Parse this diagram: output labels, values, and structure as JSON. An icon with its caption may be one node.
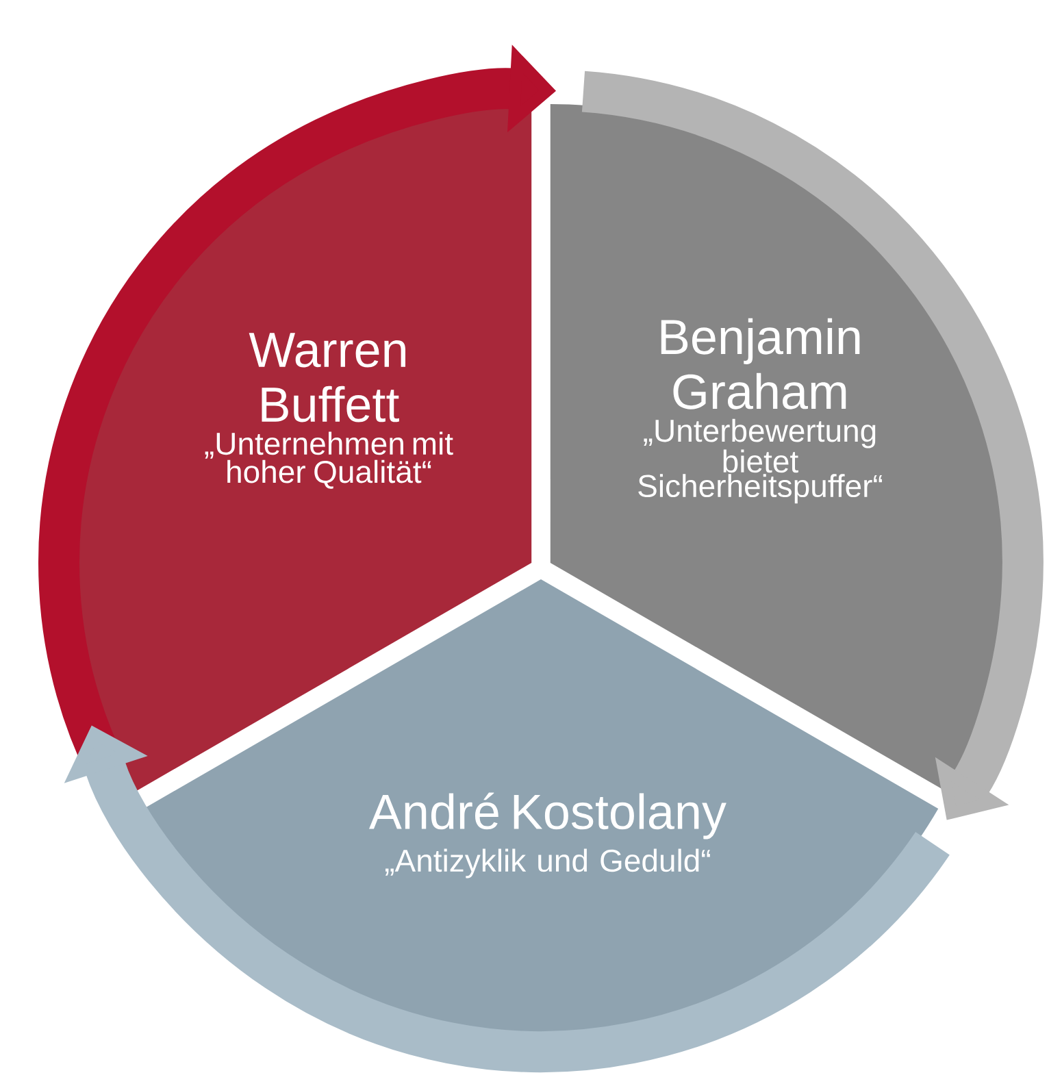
{
  "diagram": {
    "nodes": [
      {
        "text": [
          "Warren Buffett",
          "„Unternehmen mit hoher Qualität“"
        ]
      },
      {
        "text": [
          "Benjamin Graham",
          "„Unterbewertung bietet Sicherheitspuffer“"
        ]
      },
      {
        "text": [
          "André Kostolany",
          "„Antizyklik und Geduld“"
        ]
      }
    ],
    "edges": [
      {
        "from": 0,
        "to": 1,
        "arrow": "to",
        "color": "#b3102c"
      },
      {
        "from": 1,
        "to": 2,
        "arrow": "to",
        "color": "#b4b4b4"
      },
      {
        "from": 2,
        "to": 0,
        "arrow": "to",
        "color": "#a9bcc8"
      }
    ]
  }
}
